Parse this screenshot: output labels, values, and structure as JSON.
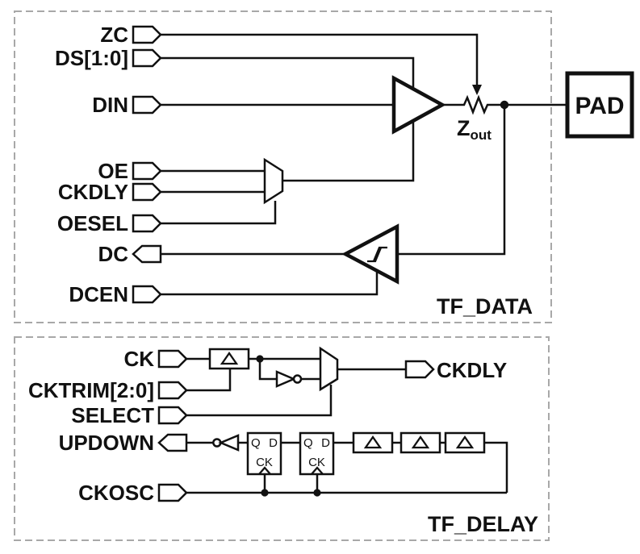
{
  "diagram": {
    "tf_data": {
      "block_label": "TF_DATA",
      "inputs": {
        "zc": "ZC",
        "ds": "DS[1:0]",
        "din": "DIN",
        "oe": "OE",
        "ckdly": "CKDLY",
        "oesel": "OESEL",
        "dcen": "DCEN"
      },
      "outputs": {
        "dc": "DC"
      },
      "impedance": {
        "base": "Z",
        "sub": "out"
      },
      "pad_label": "PAD"
    },
    "tf_delay": {
      "block_label": "TF_DELAY",
      "inputs": {
        "ck": "CK",
        "cktrim": "CKTRIM[2:0]",
        "select": "SELECT",
        "ckosc": "CKOSC"
      },
      "outputs": {
        "updown": "UPDOWN",
        "ckdly": "CKDLY"
      },
      "flipflop1": {
        "q": "Q",
        "d": "D",
        "ck": "CK"
      },
      "flipflop2": {
        "q": "Q",
        "d": "D",
        "ck": "CK"
      }
    },
    "colors": {
      "ink": "#111111",
      "dashed_border": "#a8a8a8",
      "background": "#ffffff"
    }
  }
}
